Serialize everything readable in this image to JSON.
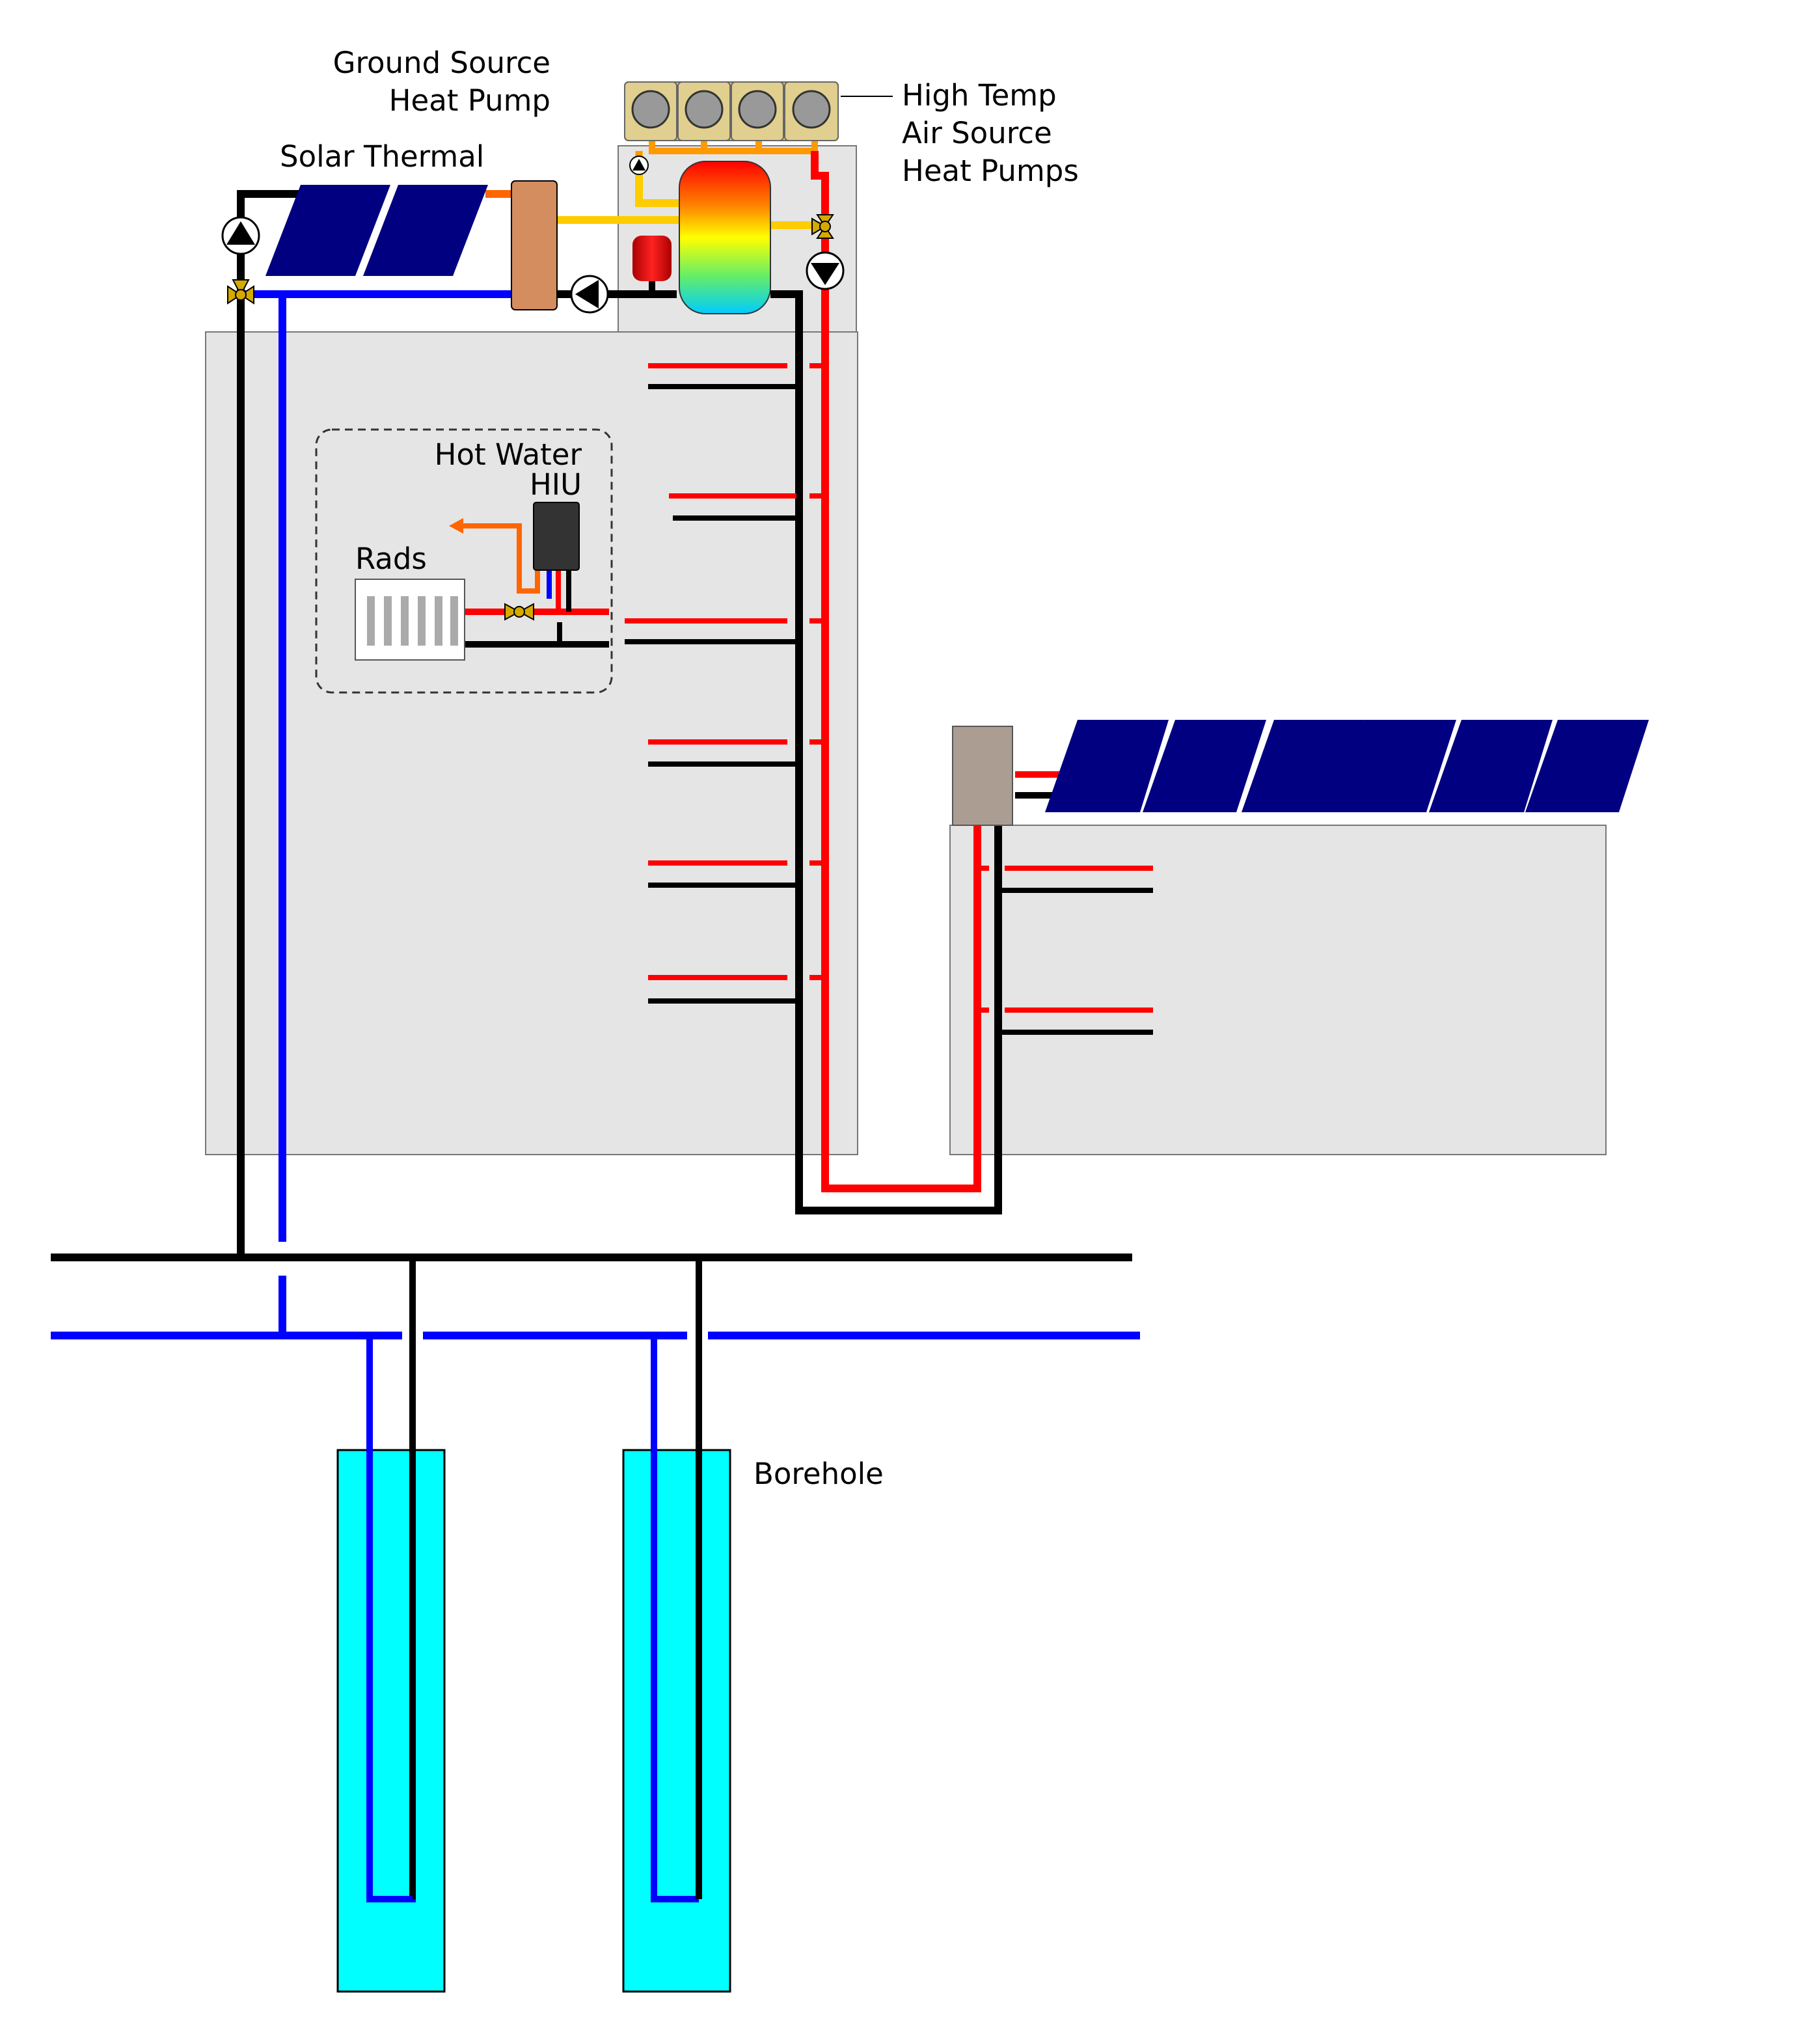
{
  "labels": {
    "gshp": [
      "Ground Source",
      "Heat Pump"
    ],
    "solar_thermal": "Solar Thermal",
    "ashp": [
      "High Temp",
      "Air Source",
      "Heat Pumps"
    ],
    "hiu": [
      "Hot Water",
      "HIU"
    ],
    "rads": "Rads",
    "borehole": "Borehole"
  },
  "colors": {
    "flow_hot": "#ff0000",
    "return": "#000000",
    "ground_cold": "#0000ff",
    "solar_loop": "#ffcc00",
    "ashp_loop": "#ff9900",
    "dhw": "#ff6600",
    "building": "#e5e5e5",
    "pv_panel": "#000080",
    "borehole_fill": "#00ffff",
    "gshp_unit": "#d38d5f",
    "ashp_unit": "#e0cf8e",
    "inverter": "#ac9d93"
  },
  "icons": [
    "pump-icon",
    "three-way-valve-icon",
    "solar-panel-icon",
    "radiator-icon",
    "expansion-vessel-icon",
    "buffer-tank-icon"
  ]
}
